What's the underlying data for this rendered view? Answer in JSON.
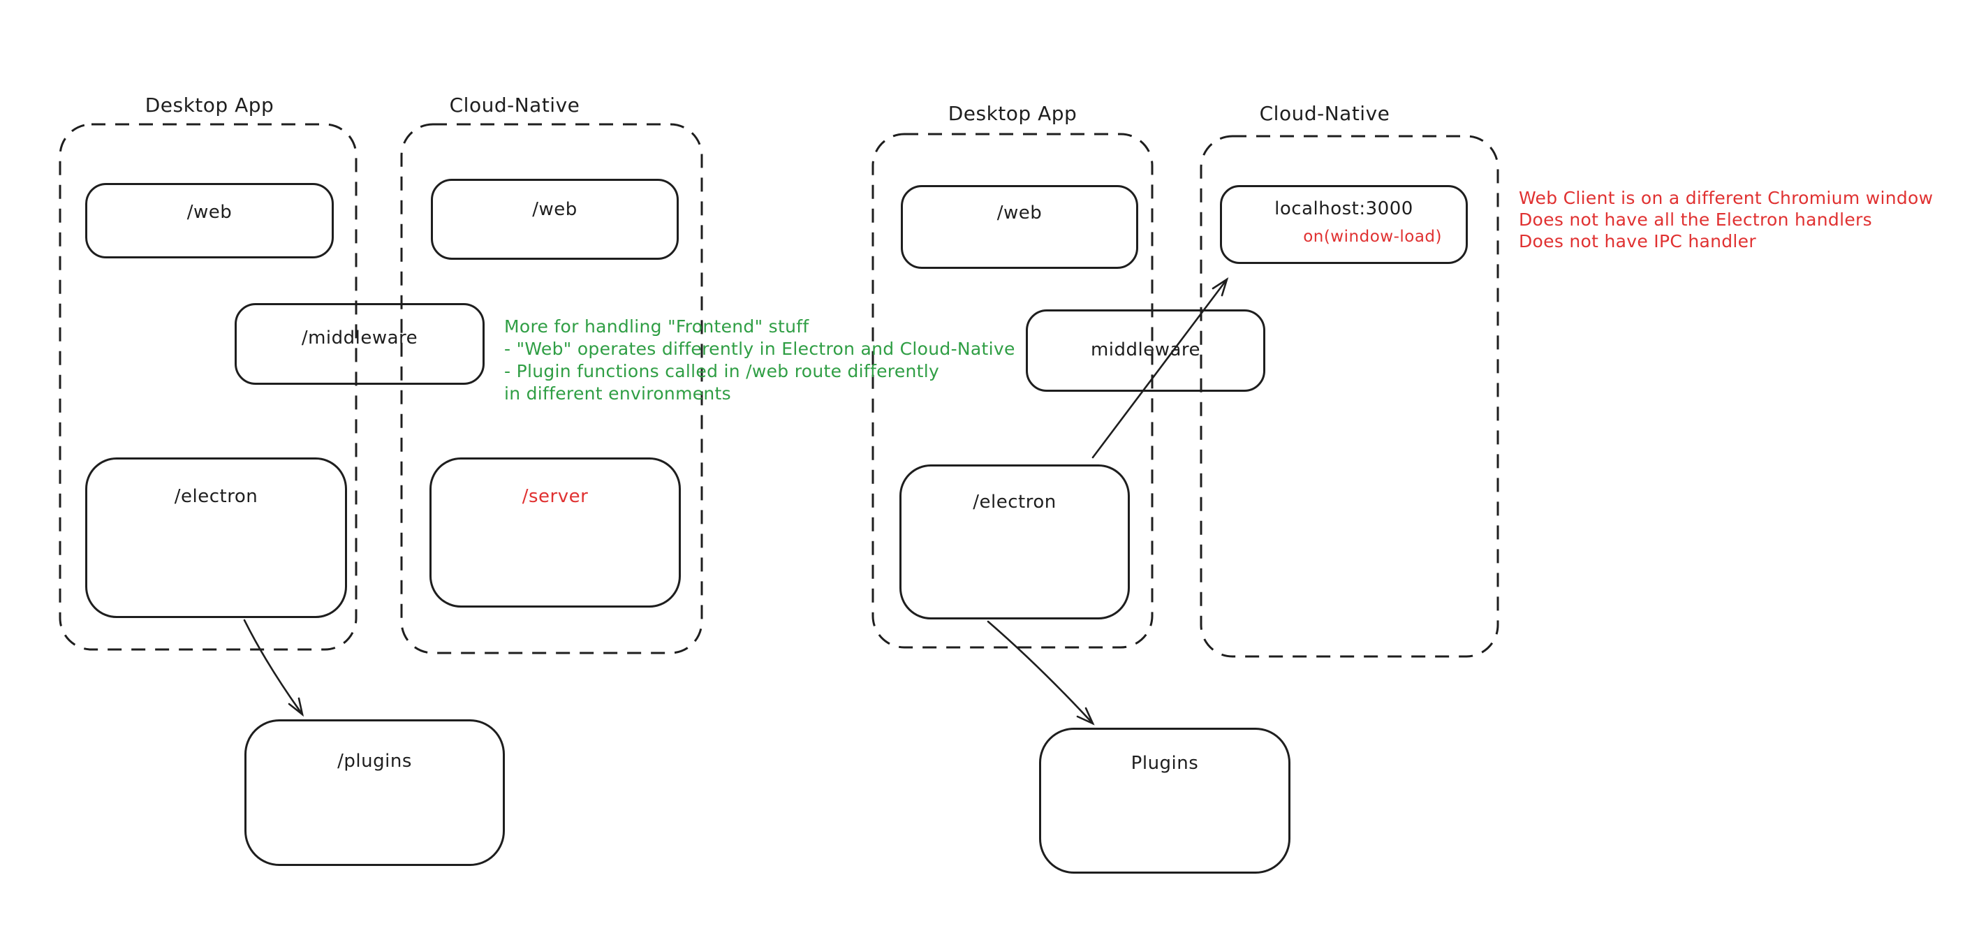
{
  "colors": {
    "ink": "#1e1e1e",
    "red": "#e03131",
    "green": "#2f9e44",
    "background": "#ffffff"
  },
  "left_diagram": {
    "desktop": {
      "label": "Desktop App",
      "web_label": "/web",
      "electron_label": "/electron"
    },
    "cloud": {
      "label": "Cloud-Native",
      "web_label": "/web",
      "server_label": "/server"
    },
    "middleware_label": "/middleware",
    "plugins_label": "/plugins",
    "green_note_lines": [
      "More for handling \"Frontend\" stuff",
      "- \"Web\" operates differently in Electron and Cloud-Native",
      "- Plugin functions called in /web route differently",
      "in different environments"
    ]
  },
  "right_diagram": {
    "desktop": {
      "label": "Desktop App",
      "web_label": "/web",
      "electron_label": "/electron"
    },
    "cloud": {
      "label": "Cloud-Native",
      "localhost_label": "localhost:3000",
      "window_load_label": "on(window-load)"
    },
    "middleware_label": "middleware",
    "plugins_label": "Plugins",
    "red_note_lines": [
      "Web Client is on a different Chromium window",
      "Does not have all the Electron handlers",
      "Does not have IPC handler"
    ]
  }
}
